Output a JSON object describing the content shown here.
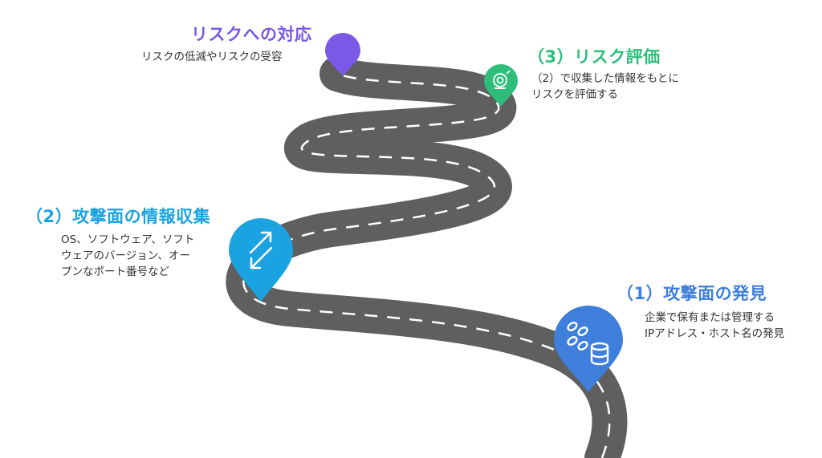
{
  "colors": {
    "road": "#5f5f5f",
    "road_dash": "#ffffff",
    "step1": "#3f7fdc",
    "step2": "#1aa3e0",
    "step3": "#2fbe7a",
    "step4": "#7b58e6",
    "text": "#333333"
  },
  "steps": [
    {
      "title": "（1）攻撃面の発見",
      "lines": [
        "企業で保有または管理する",
        "IPアドレス・ホスト名の発見"
      ],
      "icons": [
        "link-icon",
        "database-icon"
      ]
    },
    {
      "title": "（2）攻撃面の情報収集",
      "lines": [
        "OS、ソフトウェア、ソフト",
        "ウェアのバージョン、オー",
        "プンなポート番号など"
      ],
      "icons": [
        "swap-arrows-icon"
      ]
    },
    {
      "title": "（3）リスク評価",
      "lines": [
        "（2）で収集した情報をもとに",
        "リスクを評価する"
      ],
      "icons": [
        "target-gauge-icon"
      ]
    },
    {
      "title": "リスクへの対応",
      "lines": [
        "リスクの低減やリスクの受容"
      ],
      "icons": []
    }
  ]
}
